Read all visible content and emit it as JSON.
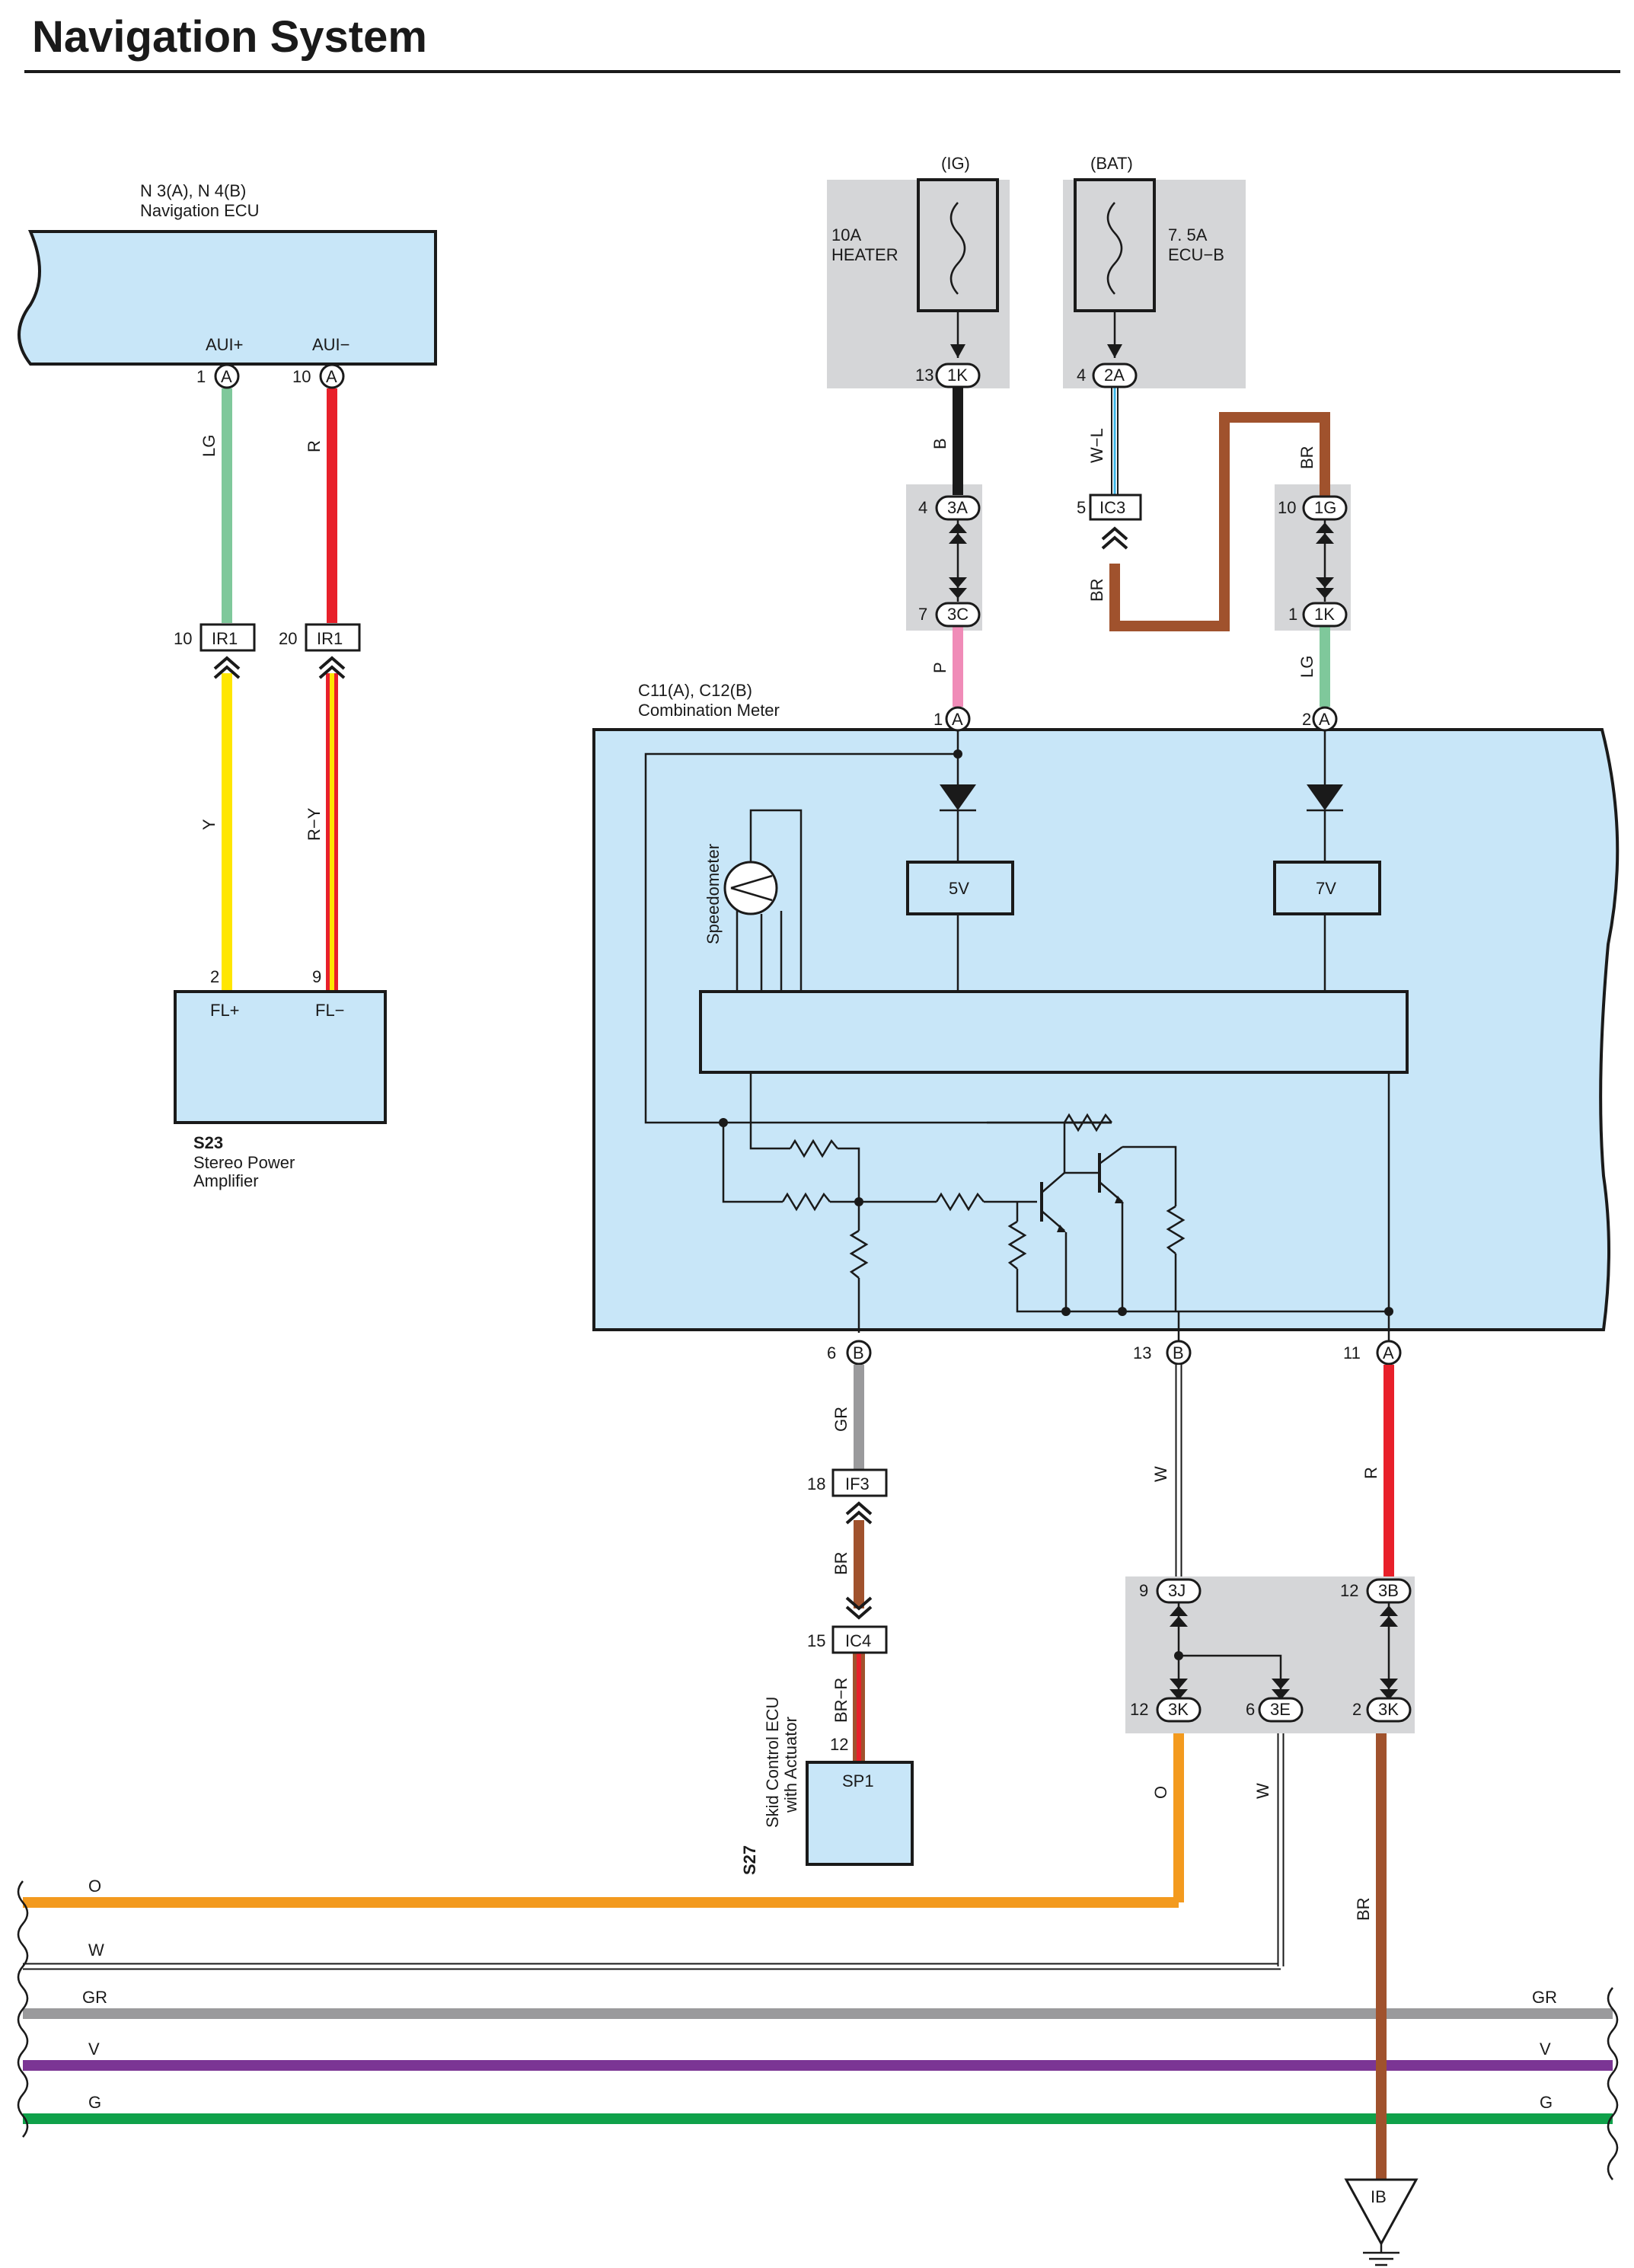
{
  "title": "Navigation System",
  "colors": {
    "LG": "#7fc89b",
    "R": "#e8202a",
    "Y": "#ffe600",
    "B": "#1a1a1a",
    "W_L": "#3cb4e6",
    "BR": "#a0522d",
    "P": "#f08cb8",
    "GR": "#9a9a9c",
    "O": "#f39a1e",
    "V": "#7b3594",
    "G": "#0fa14a",
    "W": "#ffffff",
    "component_fill": "#c8e6f8",
    "fuse_bg": "#d5d6d8"
  },
  "components": {
    "nav_ecu": {
      "ref": "N 3(A), N 4(B)",
      "name": "Navigation ECU",
      "term1": "AUI+",
      "term2": "AUI−"
    },
    "amp": {
      "ref": "S23",
      "name1": "Stereo Power",
      "name2": "Amplifier",
      "term1": "FL+",
      "term2": "FL−"
    },
    "meter": {
      "ref": "C11(A), C12(B)",
      "name": "Combination Meter",
      "v5": "5V",
      "v7": "7V",
      "speedo": "Speedometer"
    },
    "skid": {
      "ref": "S27",
      "name1": "Skid Control ECU",
      "name2": "with Actuator",
      "conn": "SP1"
    },
    "fuse_ig": {
      "supply": "(IG)",
      "rating": "10A",
      "name": "HEATER"
    },
    "fuse_bat": {
      "supply": "(BAT)",
      "rating": "7. 5A",
      "name": "ECU−B"
    },
    "ground": "IB"
  },
  "connectors": {
    "nav1": {
      "num": "1",
      "code": "A"
    },
    "nav10": {
      "num": "10",
      "code": "A"
    },
    "ir1a": {
      "num": "10",
      "code": "IR1"
    },
    "ir1b": {
      "num": "20",
      "code": "IR1"
    },
    "amp2": {
      "num": "2"
    },
    "amp9": {
      "num": "9"
    },
    "k1": {
      "num": "13",
      "code": "1K"
    },
    "a2": {
      "num": "4",
      "code": "2A"
    },
    "a3": {
      "num": "4",
      "code": "3A"
    },
    "c3": {
      "num": "7",
      "code": "3C"
    },
    "ic3": {
      "num": "5",
      "code": "IC3"
    },
    "g1": {
      "num": "10",
      "code": "1G"
    },
    "k1b": {
      "num": "1",
      "code": "1K"
    },
    "m1": {
      "num": "1",
      "code": "A"
    },
    "m2": {
      "num": "2",
      "code": "A"
    },
    "m6": {
      "num": "6",
      "code": "B"
    },
    "m13": {
      "num": "13",
      "code": "B"
    },
    "m11": {
      "num": "11",
      "code": "A"
    },
    "if3": {
      "num": "18",
      "code": "IF3"
    },
    "ic4": {
      "num": "15",
      "code": "IC4"
    },
    "sp12": {
      "num": "12"
    },
    "j3": {
      "num": "9",
      "code": "3J"
    },
    "b3": {
      "num": "12",
      "code": "3B"
    },
    "k3a": {
      "num": "12",
      "code": "3K"
    },
    "e3": {
      "num": "6",
      "code": "3E"
    },
    "k3b": {
      "num": "2",
      "code": "3K"
    }
  },
  "wire_labels": {
    "lg1": "LG",
    "r1": "R",
    "y": "Y",
    "ry": "R−Y",
    "b": "B",
    "wl": "W−L",
    "br1": "BR",
    "br2": "BR",
    "lg2": "LG",
    "p": "P",
    "gr": "GR",
    "br3": "BR",
    "brr": "BR−R",
    "w1": "W",
    "r2": "R",
    "o": "O",
    "w2": "W",
    "br4": "BR"
  },
  "bus": {
    "o": "O",
    "w": "W",
    "gr_l": "GR",
    "gr_r": "GR",
    "v_l": "V",
    "v_r": "V",
    "g_l": "G",
    "g_r": "G"
  }
}
